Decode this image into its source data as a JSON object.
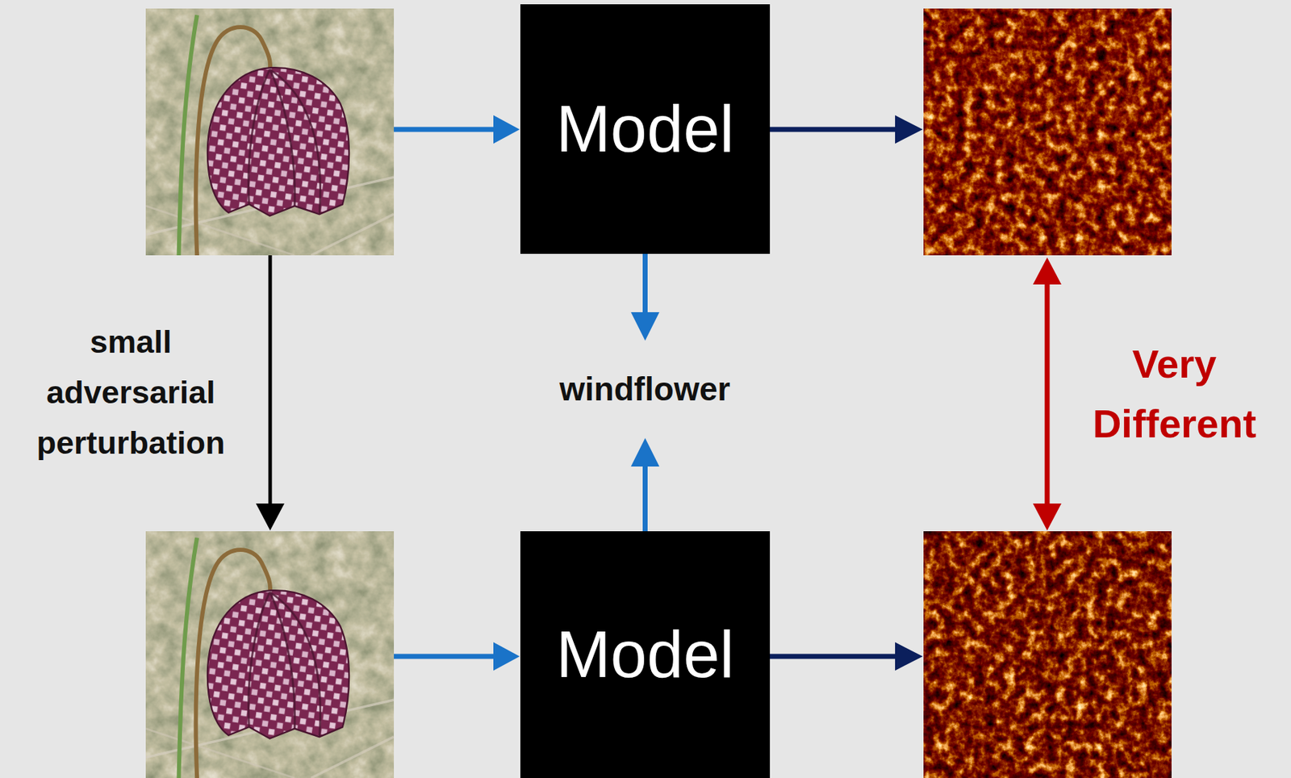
{
  "diagram": {
    "nodes": [
      {
        "text": [
          "Model"
        ]
      },
      {
        "text": [
          "windflower"
        ]
      },
      {
        "text": [
          "Model"
        ]
      }
    ],
    "edges": [
      {
        "from": 0,
        "to": 1,
        "arrow": "to"
      },
      {
        "from": 2,
        "to": 1,
        "arrow": "to"
      }
    ],
    "labels": [
      "small adversarial perturbation",
      "Very Different"
    ]
  }
}
